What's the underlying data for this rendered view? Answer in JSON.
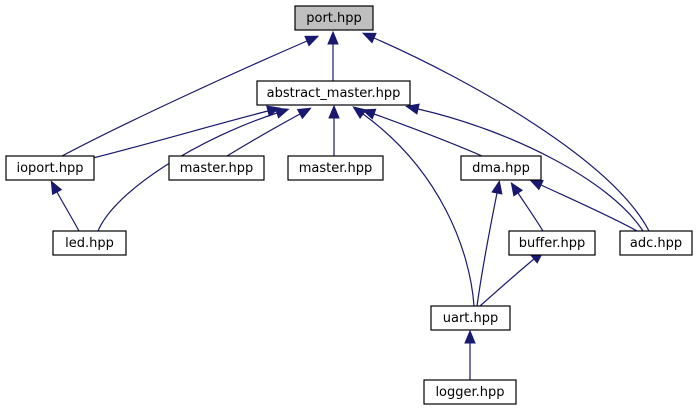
{
  "diagram": {
    "colors": {
      "node_fill": "#ffffff",
      "root_fill": "#bfbfbf",
      "edge": "#191970",
      "border": "#000000"
    },
    "nodes": [
      {
        "id": "port",
        "label": "port.hpp",
        "root": true
      },
      {
        "id": "abstract_master",
        "label": "abstract_master.hpp"
      },
      {
        "id": "ioport",
        "label": "ioport.hpp"
      },
      {
        "id": "master1",
        "label": "master.hpp"
      },
      {
        "id": "master2",
        "label": "master.hpp"
      },
      {
        "id": "dma",
        "label": "dma.hpp"
      },
      {
        "id": "led",
        "label": "led.hpp"
      },
      {
        "id": "buffer",
        "label": "buffer.hpp"
      },
      {
        "id": "adc",
        "label": "adc.hpp"
      },
      {
        "id": "uart",
        "label": "uart.hpp"
      },
      {
        "id": "logger",
        "label": "logger.hpp"
      }
    ],
    "edges": [
      {
        "from": "abstract_master",
        "to": "port"
      },
      {
        "from": "ioport",
        "to": "port"
      },
      {
        "from": "adc",
        "to": "port"
      },
      {
        "from": "ioport",
        "to": "abstract_master"
      },
      {
        "from": "led",
        "to": "abstract_master"
      },
      {
        "from": "master1",
        "to": "abstract_master"
      },
      {
        "from": "master2",
        "to": "abstract_master"
      },
      {
        "from": "dma",
        "to": "abstract_master"
      },
      {
        "from": "uart",
        "to": "abstract_master"
      },
      {
        "from": "adc",
        "to": "abstract_master"
      },
      {
        "from": "led",
        "to": "ioport"
      },
      {
        "from": "uart",
        "to": "dma"
      },
      {
        "from": "buffer",
        "to": "dma"
      },
      {
        "from": "adc",
        "to": "dma"
      },
      {
        "from": "uart",
        "to": "buffer"
      },
      {
        "from": "logger",
        "to": "uart"
      }
    ]
  }
}
